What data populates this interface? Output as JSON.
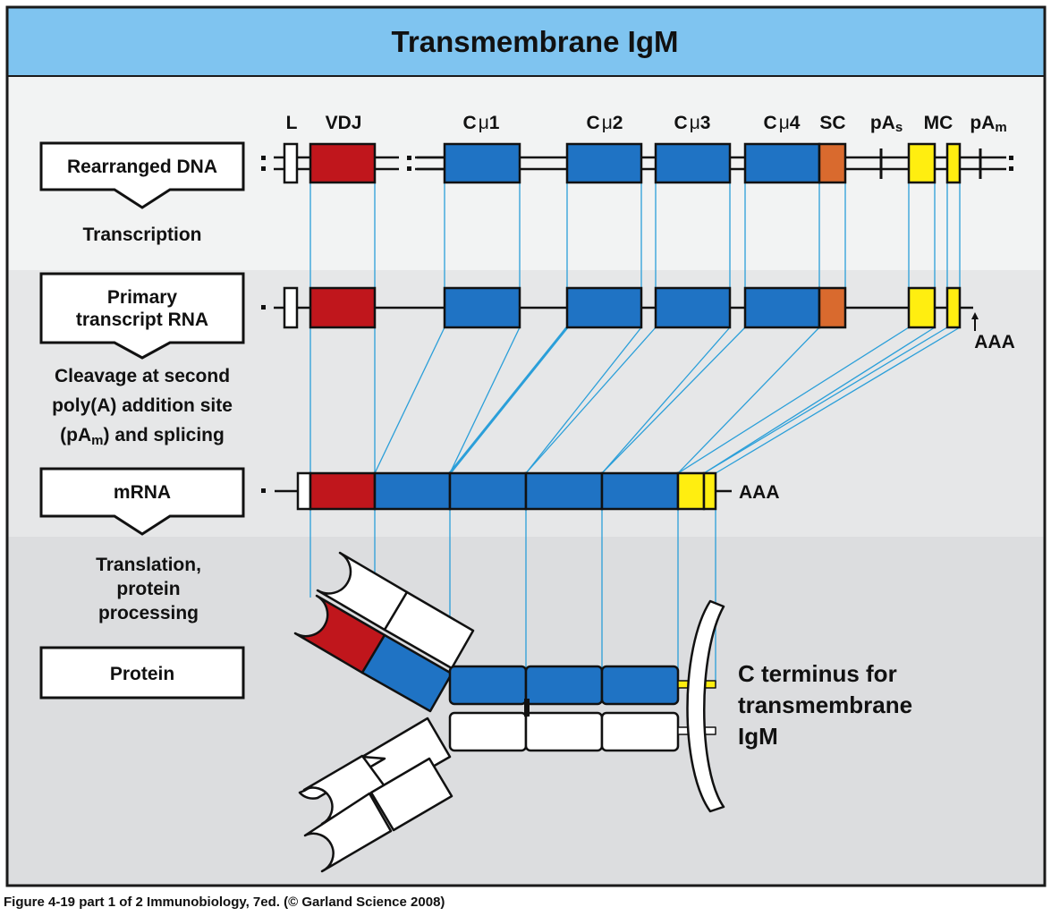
{
  "title": "Transmembrane IgM",
  "stages": {
    "rearranged_dna": "Rearranged DNA",
    "primary_transcript_line1": "Primary",
    "primary_transcript_line2": "transcript RNA",
    "mrna": "mRNA",
    "protein": "Protein"
  },
  "steps": {
    "transcription": "Transcription",
    "cleavage_line1": "Cleavage at second",
    "cleavage_line2": "poly(A) addition site",
    "cleavage_line3_prefix": "(pA",
    "cleavage_line3_sub": "m",
    "cleavage_line3_suffix": ") and splicing",
    "translation_line1": "Translation,",
    "translation_line2": "protein",
    "translation_line3": "processing"
  },
  "segments": {
    "l": "L",
    "vdj": "VDJ",
    "cmu_base": "C",
    "mu": "μ",
    "cmu1_num": "1",
    "cmu2_num": "2",
    "cmu3_num": "3",
    "cmu4_num": "4",
    "sc": "SC",
    "pas_base": "pA",
    "pas_sub": "s",
    "mc": "MC",
    "pam_base": "pA",
    "pam_sub": "m"
  },
  "poly_a": {
    "primary": "AAA",
    "mrna": "AAA"
  },
  "annotation": {
    "line1": "C terminus for",
    "line2": "transmembrane",
    "line3": "IgM"
  },
  "caption": "Figure 4-19 part 1 of 2  Immunobiology, 7ed. (© Garland Science 2008)",
  "colors": {
    "header_bg": "#7fc4f0",
    "band1_bg": "#f2f3f3",
    "band2_bg": "#e6e7e8",
    "band3_bg": "#dcdddf",
    "vdj": "#c0161c",
    "cmu": "#1f73c4",
    "sc": "#d96a2e",
    "mc": "#ffee10",
    "connector": "#2b9fd9"
  }
}
